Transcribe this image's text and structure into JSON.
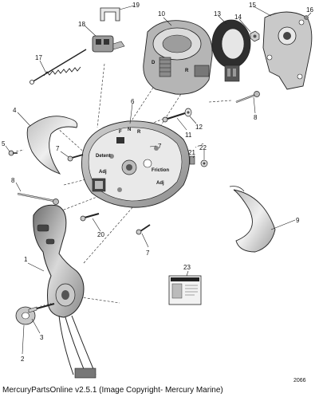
{
  "footer": "MercuryPartsOnline v2.5.1 (Image Copyright- Mercury Marine)",
  "figure_number": "2066",
  "callouts": [
    "1",
    "2",
    "3",
    "4",
    "5",
    "6",
    "7",
    "7",
    "7",
    "8",
    "8",
    "9",
    "10",
    "11",
    "12",
    "13",
    "14",
    "15",
    "16",
    "17",
    "18",
    "19",
    "20",
    "21",
    "22",
    "23"
  ],
  "plate_labels": {
    "f": "F",
    "n": "N",
    "r": "R",
    "detent": "Detent",
    "adj": "Adj",
    "friction": "Friction",
    "adj2": "Adj"
  },
  "module_letters": {
    "d": "D",
    "r": "R"
  }
}
